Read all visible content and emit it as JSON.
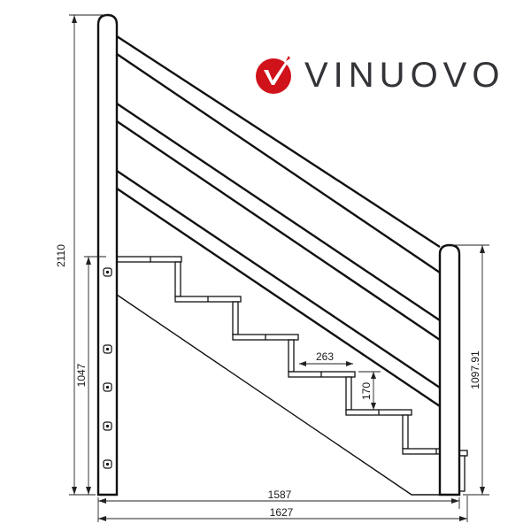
{
  "logo": {
    "brand": "VINUOVO",
    "icon": "checkmark-circle-icon",
    "accent_color": "#d0121b",
    "text_color": "#333338"
  },
  "drawing": {
    "subject": "staircase side elevation",
    "line_color": "#111111",
    "steps_count": 6,
    "rails_count": 6
  },
  "dimensions": {
    "total_height": "2110",
    "stair_height": "1047",
    "handrail_height_right": "1097.91",
    "tread_depth": "263",
    "riser_height": "170",
    "inner_length": "1587",
    "total_length": "1627"
  }
}
